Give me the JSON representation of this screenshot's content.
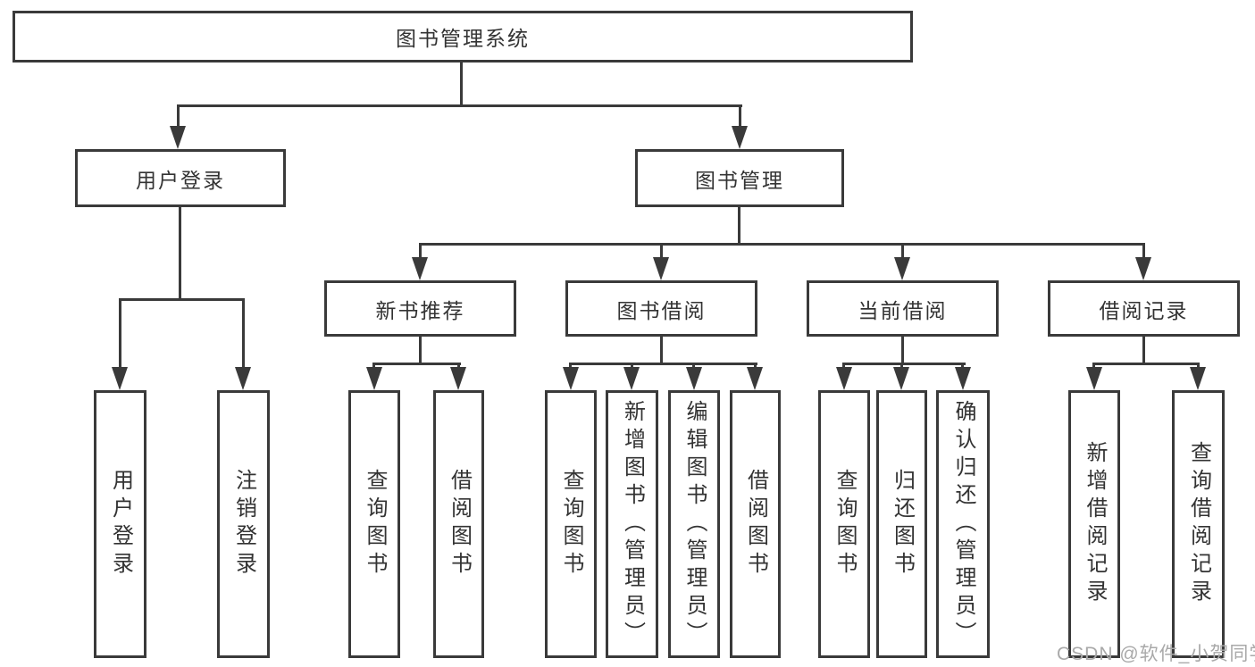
{
  "title": {
    "label": "图书管理系统"
  },
  "level2": [
    {
      "id": "user-login",
      "label": "用户登录"
    },
    {
      "id": "book-management",
      "label": "图书管理"
    }
  ],
  "level3": [
    {
      "id": "new-book-recommendation",
      "label": "新书推荐",
      "parent": "图书管理"
    },
    {
      "id": "book-borrowing",
      "label": "图书借阅",
      "parent": "图书管理"
    },
    {
      "id": "current-borrowing",
      "label": "当前借阅",
      "parent": "图书管理"
    },
    {
      "id": "borrowing-records",
      "label": "借阅记录",
      "parent": "图书管理"
    }
  ],
  "leaves": [
    {
      "id": "user-login-leaf",
      "label": "用户登录",
      "parent": "用户登录"
    },
    {
      "id": "logout-leaf",
      "label": "注销登录",
      "parent": "用户登录"
    },
    {
      "id": "query-books-nb",
      "label": "查询图书",
      "parent": "新书推荐"
    },
    {
      "id": "borrow-books-nb",
      "label": "借阅图书",
      "parent": "新书推荐"
    },
    {
      "id": "query-books-bb",
      "label": "查询图书",
      "parent": "图书借阅"
    },
    {
      "id": "add-books-admin",
      "label": "新增图书（管理员）",
      "parent": "图书借阅"
    },
    {
      "id": "edit-books-admin",
      "label": "编辑图书（管理员）",
      "parent": "图书借阅"
    },
    {
      "id": "borrow-books-bb",
      "label": "借阅图书",
      "parent": "图书借阅"
    },
    {
      "id": "query-books-cb",
      "label": "查询图书",
      "parent": "当前借阅"
    },
    {
      "id": "return-books",
      "label": "归还图书",
      "parent": "当前借阅"
    },
    {
      "id": "confirm-return-admin",
      "label": "确认归还（管理员）",
      "parent": "当前借阅"
    },
    {
      "id": "add-borrow-record",
      "label": "新增借阅记录",
      "parent": "借阅记录"
    },
    {
      "id": "query-borrow-record",
      "label": "查询借阅记录",
      "parent": "借阅记录"
    }
  ],
  "watermark": "CSDN @软件_小贺同学",
  "colors": {
    "line": "#3a3a3a",
    "text": "#333333",
    "background": "#ffffff",
    "watermark": "#a9a9a9"
  }
}
